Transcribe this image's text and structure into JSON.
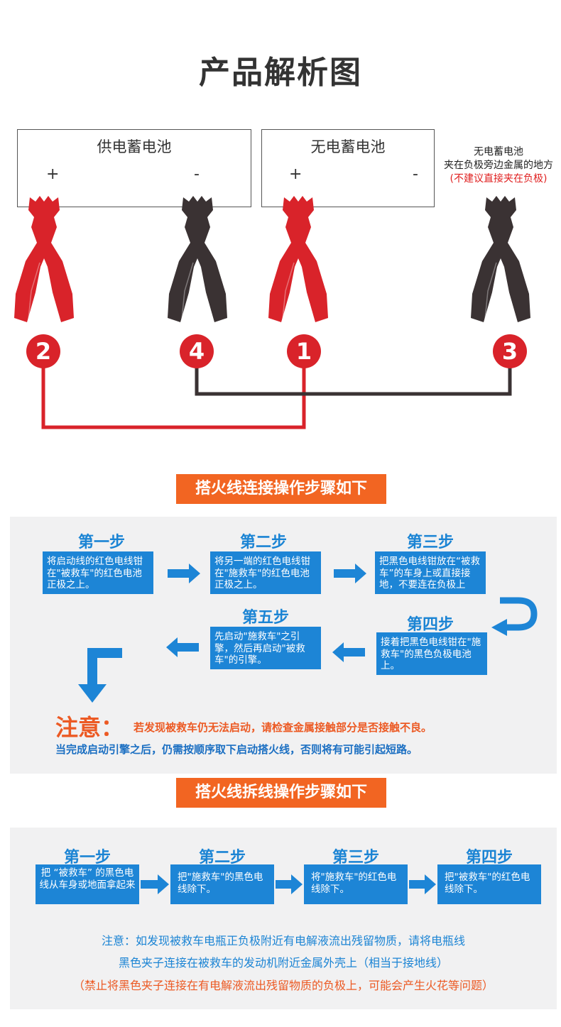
{
  "title": "产品解析图",
  "diagram": {
    "battery_supply": {
      "label": "供电蓄电池",
      "plus": "+",
      "minus": "-"
    },
    "battery_dead": {
      "label": "无电蓄电池",
      "plus": "+",
      "minus": "-"
    },
    "note": {
      "line1": "无电蓄电池",
      "line2": "夹在负极旁边金属的地方",
      "line3": "(不建议直接夹在负极)"
    },
    "numbers": [
      "2",
      "4",
      "1",
      "3"
    ],
    "colors": {
      "red": "#d9232a",
      "dark": "#3a3233",
      "wire_dark": "#3a3233"
    }
  },
  "connect": {
    "title": "搭火线连接操作步骤如下",
    "steps": [
      {
        "title": "第一步",
        "text": "将启动线的红色电线钳在\"被救车\"的红色电池正极之上。"
      },
      {
        "title": "第二步",
        "text": "将另一端的红色电线钳在\"施救车\"的红色电池正极之上。"
      },
      {
        "title": "第三步",
        "text": "把黑色电线钳放在“被救车”的车身上或直接接地，不要连在负极上"
      },
      {
        "title": "第四步",
        "text": "接着把黑色电线钳在\"施救车\"的黑色负极电池上。"
      },
      {
        "title": "第五步",
        "text": "先启动\"施救车\"之引擎，然后再启动\"被救车\"的引擎。"
      }
    ],
    "warning_label": "注意：",
    "warning_text": "若发现被救车仍无法启动，请检查金属接触部分是否接触不良。",
    "warning_text2": "当完成启动引擎之后，仍需按顺序取下启动搭火线，否则将有可能引起短路。"
  },
  "disconnect": {
    "title": "搭火线拆线操作步骤如下",
    "steps": [
      {
        "title": "第一步",
        "text": "把 “被救车” 的黑色电线从车身或地面拿起来"
      },
      {
        "title": "第二步",
        "text": "把\"施救车\"的黑色电线除下。"
      },
      {
        "title": "第三步",
        "text": "将\"施救车\"的红色电线除下。"
      },
      {
        "title": "第四步",
        "text": "把\"被救车\"的红色电线除下。"
      }
    ],
    "note1": "注意：如发现被救车电瓶正负极附近有电解液流出残留物质，请将电瓶线",
    "note2": "黑色夹子连接在被救车的发动机附近金属外壳上（相当于接地线）",
    "note3": "（禁止将黑色夹子连接在有电解液流出残留物质的负极上，可能会产生火花等问题）"
  }
}
